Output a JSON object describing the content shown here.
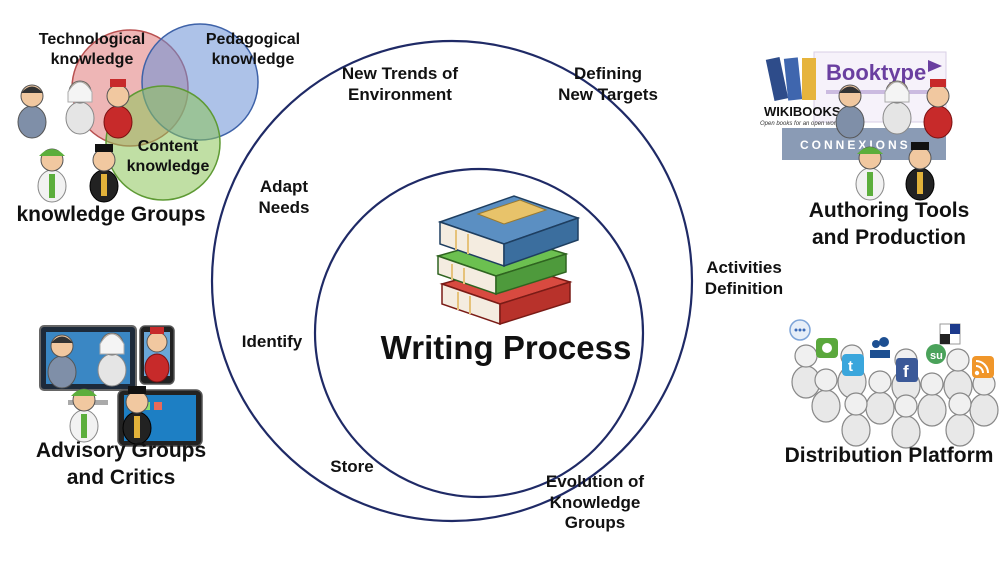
{
  "center": {
    "title": "Writing Process"
  },
  "ring_labels": {
    "new_trends": [
      "New Trends of",
      "Environment"
    ],
    "defining_targets": [
      "Defining",
      "New Targets"
    ],
    "adapt_needs": [
      "Adapt",
      "Needs"
    ],
    "activities_definition": [
      "Activities",
      "Definition"
    ],
    "identify": [
      "Identify"
    ],
    "store": [
      "Store"
    ],
    "evolution": [
      "Evolution of",
      "Knowledge",
      "Groups"
    ]
  },
  "venn": {
    "technological": [
      "Technological",
      "knowledge"
    ],
    "pedagogical": [
      "Pedagogical",
      "knowledge"
    ],
    "content": [
      "Content",
      "knowledge"
    ],
    "colors": {
      "technological": "#e07a7a",
      "pedagogical": "#6a8fd6",
      "content": "#8cc45a"
    }
  },
  "groups": {
    "knowledge": [
      "knowledge Groups"
    ],
    "authoring": [
      "Authoring Tools",
      "and Production"
    ],
    "advisory": [
      "Advisory Groups",
      "and Critics"
    ],
    "distribution": [
      "Distribution Platform"
    ]
  },
  "logos": {
    "booktype": "Booktype",
    "wikibooks": "WIKIBOOKS",
    "wikibooks_tagline": "Open books for an open world",
    "connections": "CONNEXIONS"
  },
  "icons": [
    "person-icon",
    "book-stack-icon",
    "tablet-icon",
    "phone-icon",
    "twitter-icon",
    "facebook-icon",
    "myspace-icon",
    "rss-icon",
    "delicious-icon",
    "stumbleupon-icon"
  ],
  "colors": {
    "ring": "#1f2a66",
    "book_blue": "#3b6e9e",
    "book_green": "#4e9a3c",
    "book_red": "#b8322b"
  }
}
